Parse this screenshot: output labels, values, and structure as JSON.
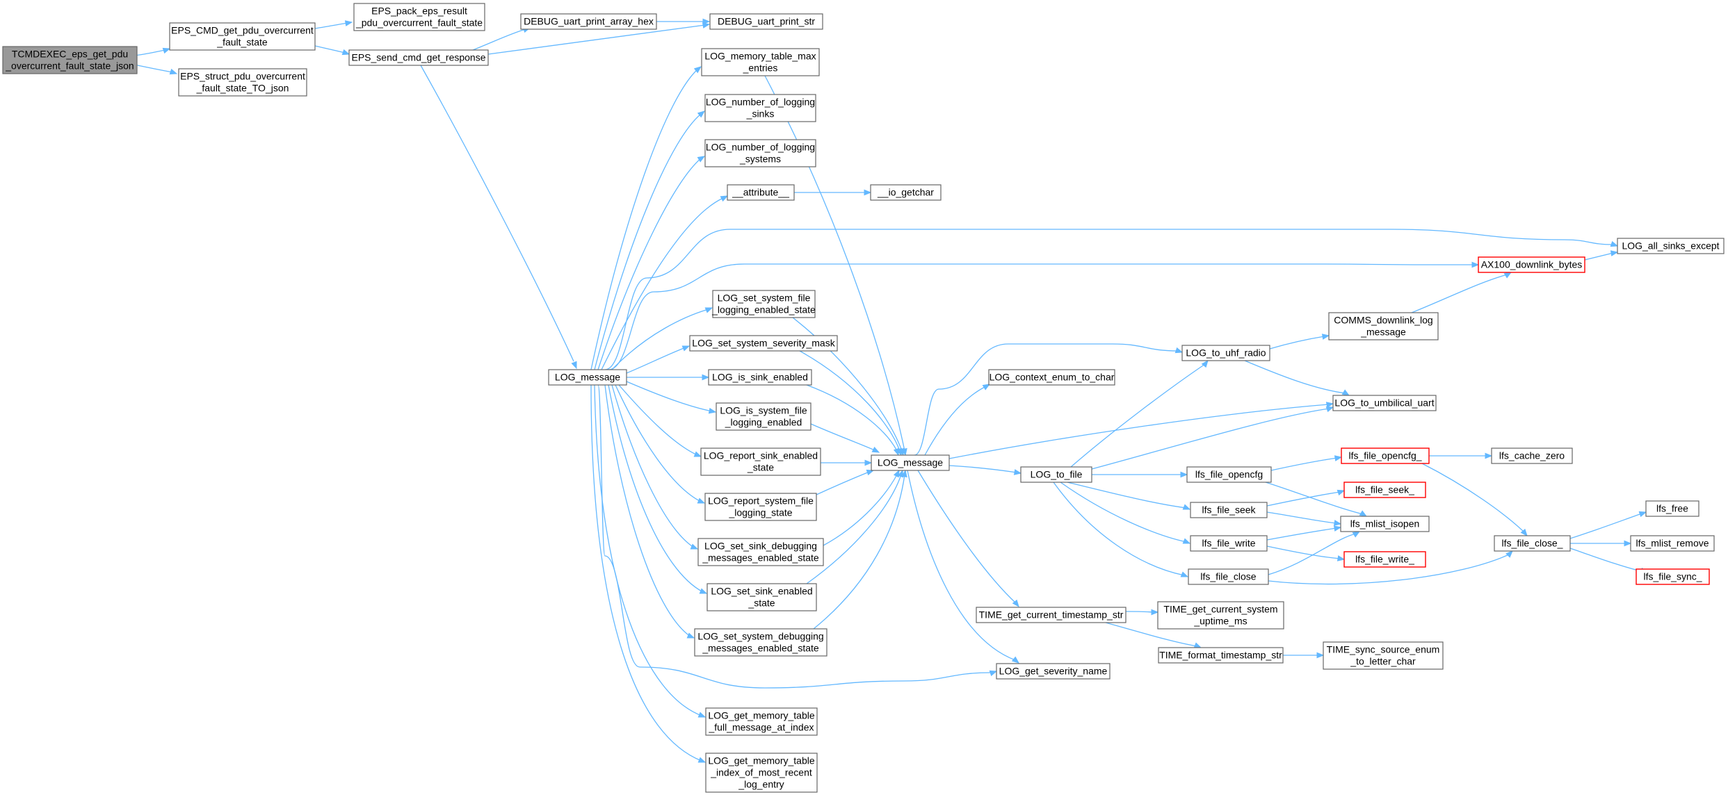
{
  "colors": {
    "edge": "#63b8ff",
    "root_fill": "#999999",
    "node_border": "#666666",
    "truncated_border": "#ff0000"
  },
  "nodes": [
    {
      "id": "root",
      "lines": [
        "TCMDEXEC_eps_get_pdu",
        "_overcurrent_fault_state_json"
      ],
      "kind": "root"
    },
    {
      "id": "eps_cmd",
      "lines": [
        "EPS_CMD_get_pdu_overcurrent",
        "_fault_state"
      ]
    },
    {
      "id": "eps_struct",
      "lines": [
        "EPS_struct_pdu_overcurrent",
        "_fault_state_TO_json"
      ]
    },
    {
      "id": "eps_pack",
      "lines": [
        "EPS_pack_eps_result",
        "_pdu_overcurrent_fault_state"
      ]
    },
    {
      "id": "eps_send",
      "lines": [
        "EPS_send_cmd_get_response"
      ]
    },
    {
      "id": "dbg_hex",
      "lines": [
        "DEBUG_uart_print_array_hex"
      ]
    },
    {
      "id": "dbg_str",
      "lines": [
        "DEBUG_uart_print_str"
      ]
    },
    {
      "id": "log_msg1",
      "lines": [
        "LOG_message"
      ]
    },
    {
      "id": "log_memmax",
      "lines": [
        "LOG_memory_table_max",
        "_entries"
      ]
    },
    {
      "id": "log_nsinks",
      "lines": [
        "LOG_number_of_logging",
        "_sinks"
      ]
    },
    {
      "id": "log_nsys",
      "lines": [
        "LOG_number_of_logging",
        "_systems"
      ]
    },
    {
      "id": "attribute",
      "lines": [
        "__attribute__"
      ]
    },
    {
      "id": "io_getchar",
      "lines": [
        "__io_getchar"
      ]
    },
    {
      "id": "log_all_sinks",
      "lines": [
        "LOG_all_sinks_except"
      ]
    },
    {
      "id": "ax100",
      "lines": [
        "AX100_downlink_bytes"
      ],
      "kind": "truncated"
    },
    {
      "id": "log_set_sysfile",
      "lines": [
        "LOG_set_system_file",
        "_logging_enabled_state"
      ]
    },
    {
      "id": "log_set_sevmask",
      "lines": [
        "LOG_set_system_severity_mask"
      ]
    },
    {
      "id": "log_is_sink",
      "lines": [
        "LOG_is_sink_enabled"
      ]
    },
    {
      "id": "log_is_sysfile",
      "lines": [
        "LOG_is_system_file",
        "_logging_enabled"
      ]
    },
    {
      "id": "log_rep_sink",
      "lines": [
        "LOG_report_sink_enabled",
        "_state"
      ]
    },
    {
      "id": "log_rep_sysfile",
      "lines": [
        "LOG_report_system_file",
        "_logging_state"
      ]
    },
    {
      "id": "log_set_sinkdbg",
      "lines": [
        "LOG_set_sink_debugging",
        "_messages_enabled_state"
      ]
    },
    {
      "id": "log_set_sinken",
      "lines": [
        "LOG_set_sink_enabled",
        "_state"
      ]
    },
    {
      "id": "log_set_sysdbg",
      "lines": [
        "LOG_set_system_debugging",
        "_messages_enabled_state"
      ]
    },
    {
      "id": "log_msg2",
      "lines": [
        "LOG_message"
      ]
    },
    {
      "id": "log_ctx",
      "lines": [
        "LOG_context_enum_to_char"
      ]
    },
    {
      "id": "log_uhf",
      "lines": [
        "LOG_to_uhf_radio"
      ]
    },
    {
      "id": "comms_dl",
      "lines": [
        "COMMS_downlink_log",
        "_message"
      ]
    },
    {
      "id": "log_umb",
      "lines": [
        "LOG_to_umbilical_uart"
      ]
    },
    {
      "id": "log_file",
      "lines": [
        "LOG_to_file"
      ]
    },
    {
      "id": "lfs_opencfg",
      "lines": [
        "lfs_file_opencfg"
      ]
    },
    {
      "id": "lfs_opencfg_",
      "lines": [
        "lfs_file_opencfg_"
      ],
      "kind": "truncated"
    },
    {
      "id": "lfs_cache_zero",
      "lines": [
        "lfs_cache_zero"
      ]
    },
    {
      "id": "lfs_seek",
      "lines": [
        "lfs_file_seek"
      ]
    },
    {
      "id": "lfs_seek_",
      "lines": [
        "lfs_file_seek_"
      ],
      "kind": "truncated"
    },
    {
      "id": "lfs_mlist_isopen",
      "lines": [
        "lfs_mlist_isopen"
      ]
    },
    {
      "id": "lfs_write",
      "lines": [
        "lfs_file_write"
      ]
    },
    {
      "id": "lfs_write_",
      "lines": [
        "lfs_file_write_"
      ],
      "kind": "truncated"
    },
    {
      "id": "lfs_close",
      "lines": [
        "lfs_file_close"
      ]
    },
    {
      "id": "lfs_close_",
      "lines": [
        "lfs_file_close_"
      ]
    },
    {
      "id": "lfs_free",
      "lines": [
        "lfs_free"
      ]
    },
    {
      "id": "lfs_mlist_remove",
      "lines": [
        "lfs_mlist_remove"
      ]
    },
    {
      "id": "lfs_sync_",
      "lines": [
        "lfs_file_sync_"
      ],
      "kind": "truncated"
    },
    {
      "id": "time_ts",
      "lines": [
        "TIME_get_current_timestamp_str"
      ]
    },
    {
      "id": "time_uptime",
      "lines": [
        "TIME_get_current_system",
        "_uptime_ms"
      ]
    },
    {
      "id": "time_fmt",
      "lines": [
        "TIME_format_timestamp_str"
      ]
    },
    {
      "id": "time_sync",
      "lines": [
        "TIME_sync_source_enum",
        "_to_letter_char"
      ]
    },
    {
      "id": "log_sev",
      "lines": [
        "LOG_get_severity_name"
      ]
    },
    {
      "id": "log_mem_full",
      "lines": [
        "LOG_get_memory_table",
        "_full_message_at_index"
      ]
    },
    {
      "id": "log_mem_recent",
      "lines": [
        "LOG_get_memory_table",
        "_index_of_most_recent",
        "_log_entry"
      ]
    }
  ]
}
